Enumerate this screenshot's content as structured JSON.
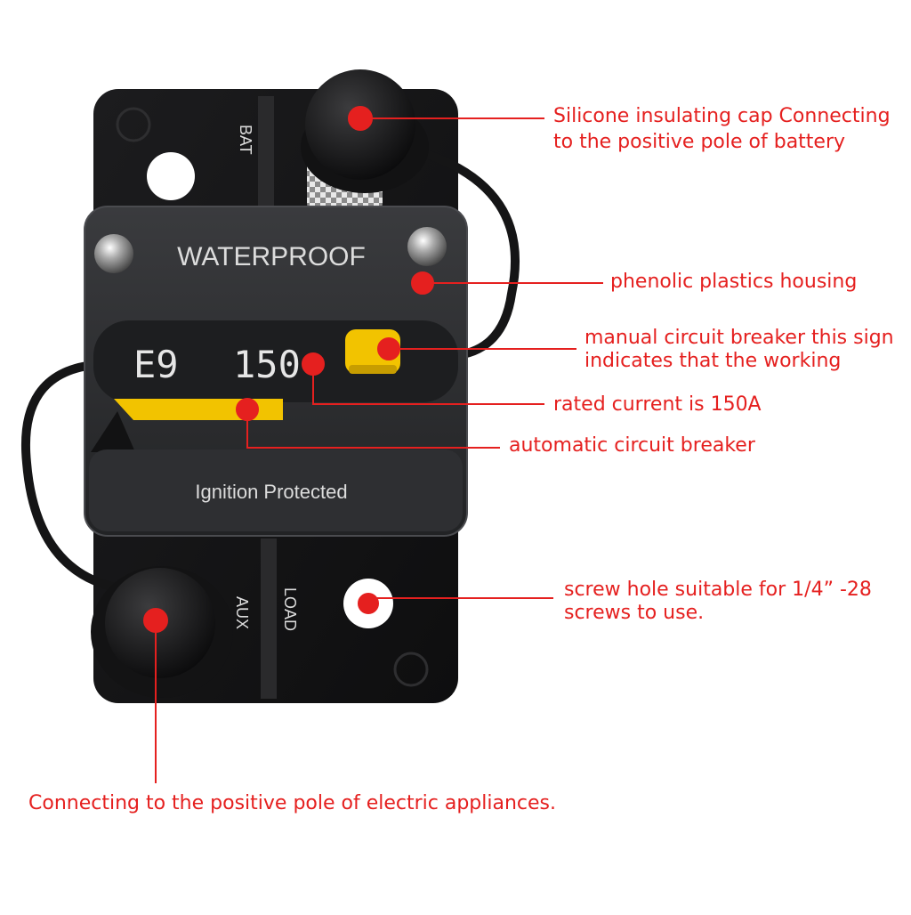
{
  "product": {
    "waterproof_label": "WATERPROOF",
    "model_label": "E9",
    "rating_label": "150",
    "ignition_label": "Ignition Protected",
    "terminal_top_label": "BAT",
    "terminal_bottom_label": "LOAD",
    "terminal_aux_label": "AUX"
  },
  "callouts": {
    "cap": [
      "Silicone insulating cap Connecting",
      "to the positive pole of battery"
    ],
    "housing": [
      "phenolic plastics housing"
    ],
    "manual": [
      "manual circuit breaker this  sign",
      "indicates that the working"
    ],
    "rated": [
      "rated current is 150A"
    ],
    "automatic": [
      "automatic circuit breaker"
    ],
    "screw": [
      "screw hole suitable for 1/4”  -28",
      "screws to use."
    ],
    "appliance": [
      "Connecting to the positive pole of electric appliances."
    ]
  },
  "colors": {
    "accent": "#e5201f",
    "housing": "#2a2b2d",
    "button": "#f2c300"
  }
}
